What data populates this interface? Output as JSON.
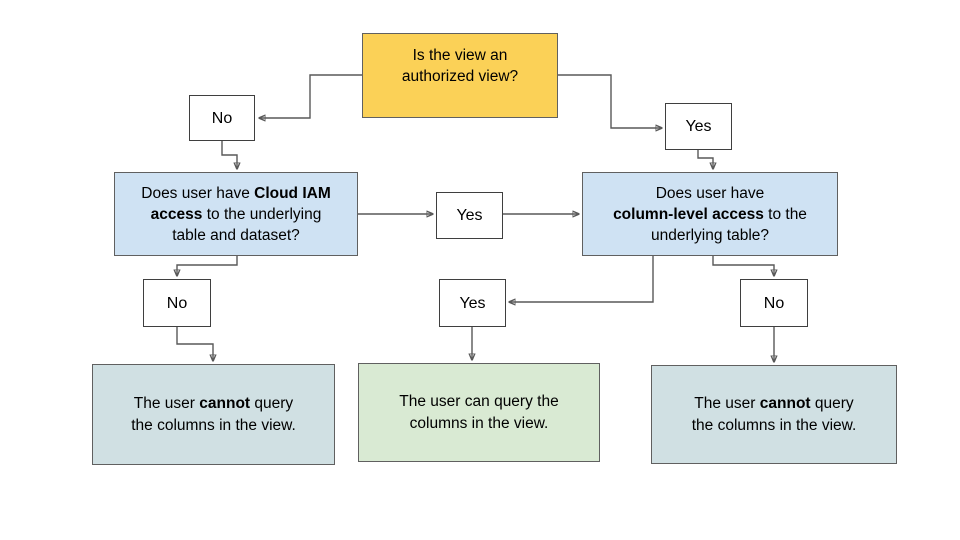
{
  "colors": {
    "decision_fill": "#fbd157",
    "question_fill": "#cfe2f3",
    "outcome_negative_fill": "#d0e0e3",
    "outcome_positive_fill": "#d9ead3",
    "connector": "#595959"
  },
  "nodes": {
    "start": {
      "line1": "Is the view an",
      "line2": "authorized view?"
    },
    "branch_no_top": {
      "label": "No"
    },
    "branch_yes_top": {
      "label": "Yes"
    },
    "question_iam": {
      "line1_text": "Does user have ",
      "line1_bold": "Cloud IAM",
      "line2_bold": "access",
      "line2_text": " to the underlying",
      "line3_text": "table and dataset?"
    },
    "branch_yes_mid": {
      "label": "Yes"
    },
    "question_column": {
      "line1_text": "Does user have",
      "line2_bold": "column-level access",
      "line2_text": " to the",
      "line3_text": "underlying table?"
    },
    "branch_no_left": {
      "label": "No"
    },
    "branch_yes_bottom": {
      "label": "Yes"
    },
    "branch_no_right": {
      "label": "No"
    },
    "outcome_left": {
      "line1_pre": "The user ",
      "line1_bold": "cannot",
      "line1_post": " query",
      "line2": "the columns in the view."
    },
    "outcome_middle": {
      "line1": "The user can query the",
      "line2": "columns in the view."
    },
    "outcome_right": {
      "line1_pre": "The user ",
      "line1_bold": "cannot",
      "line1_post": " query",
      "line2": "the columns in the view."
    }
  }
}
